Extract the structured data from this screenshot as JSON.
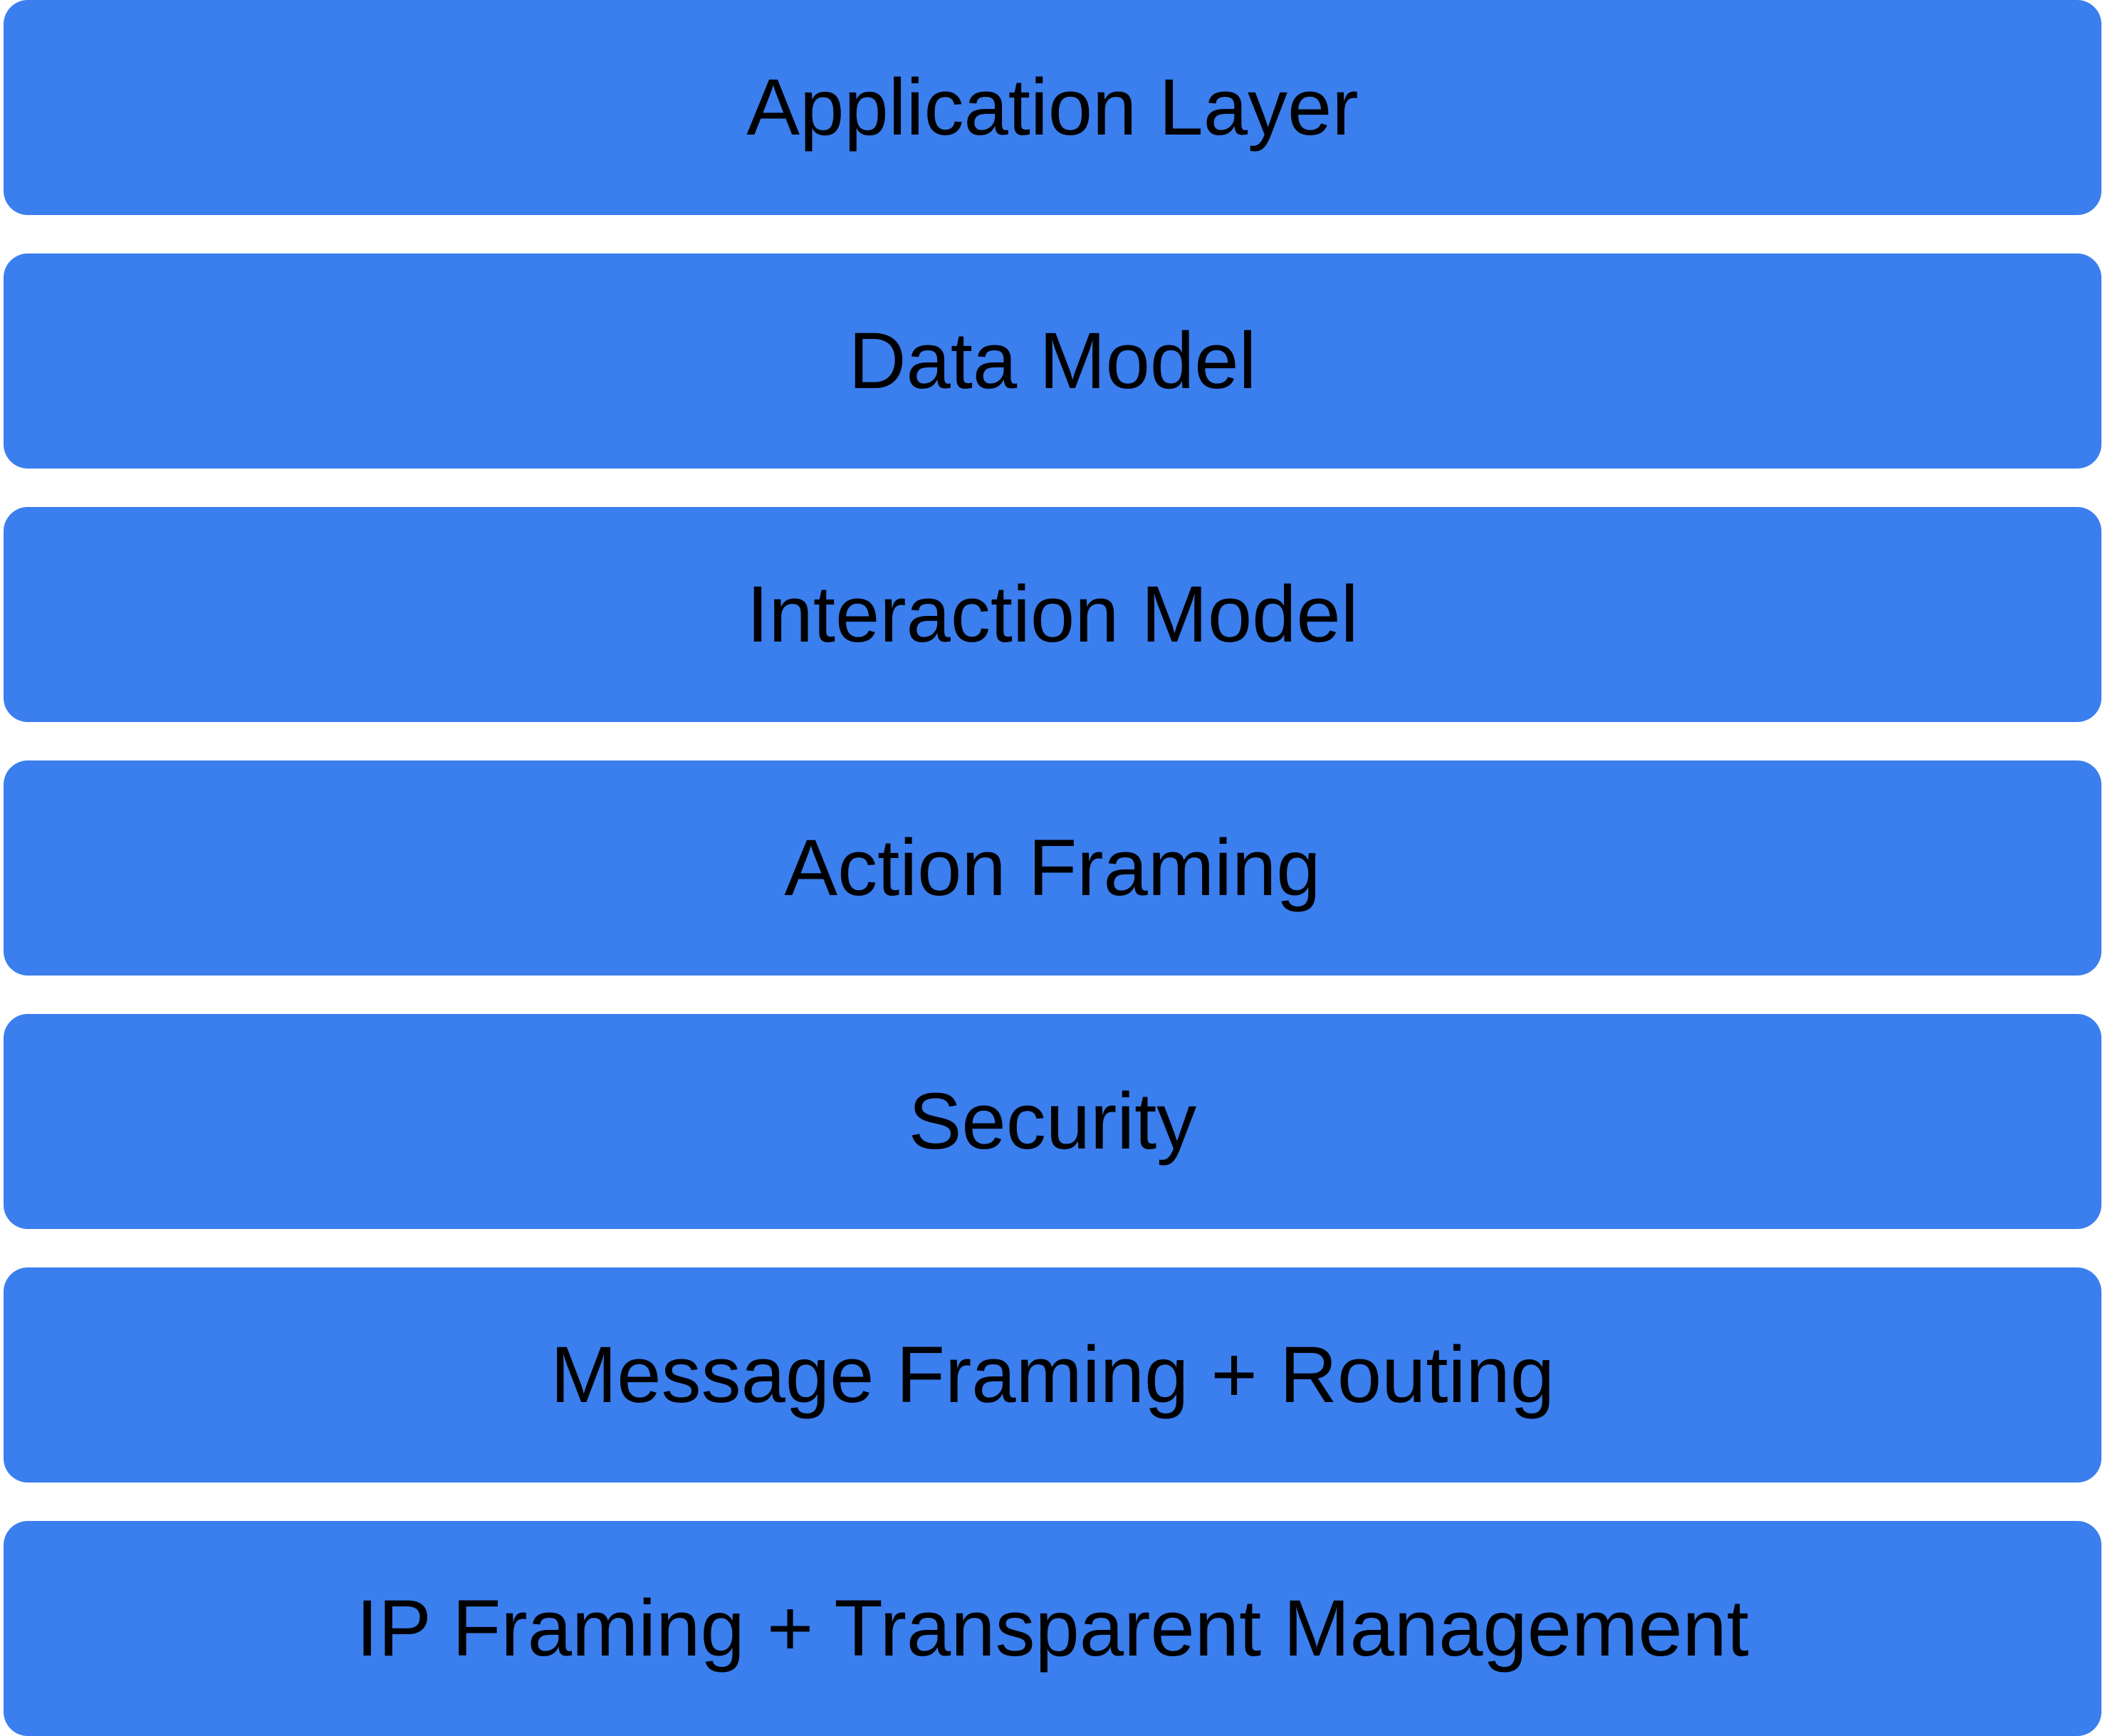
{
  "diagram": {
    "type": "layered-stack",
    "layers": [
      {
        "label": "Application Layer"
      },
      {
        "label": "Data Model"
      },
      {
        "label": "Interaction Model"
      },
      {
        "label": "Action Framing"
      },
      {
        "label": "Security"
      },
      {
        "label": "Message Framing + Routing"
      },
      {
        "label": "IP Framing + Transparent Management"
      }
    ],
    "colors": {
      "layer_fill": "#3B7EEE",
      "label_text": "#000000",
      "background": "#FFFFFF"
    }
  }
}
